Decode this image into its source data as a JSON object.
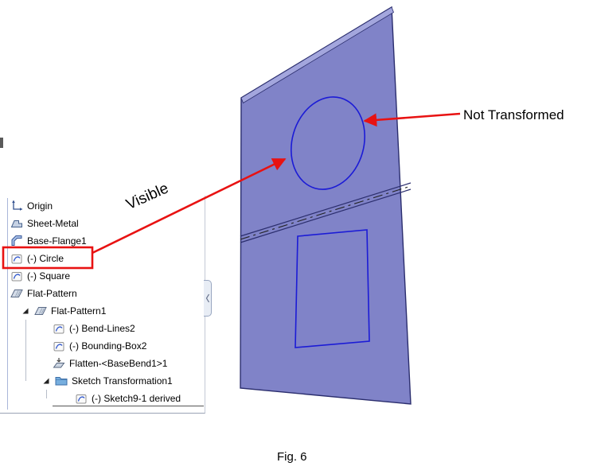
{
  "tree": {
    "items": [
      {
        "label": "Origin",
        "icon": "origin-icon"
      },
      {
        "label": "Sheet-Metal",
        "icon": "sheet-metal-icon"
      },
      {
        "label": "Base-Flange1",
        "icon": "base-flange-icon"
      },
      {
        "label": "(-) Circle",
        "icon": "sketch-icon",
        "highlighted": true
      },
      {
        "label": "(-) Square",
        "icon": "sketch-icon"
      },
      {
        "label": "Flat-Pattern",
        "icon": "flat-pattern-icon"
      },
      {
        "label": "Flat-Pattern1",
        "icon": "flat-pattern-icon",
        "expanded": true
      },
      {
        "label": "(-) Bend-Lines2",
        "icon": "sketch-icon"
      },
      {
        "label": "(-) Bounding-Box2",
        "icon": "sketch-icon"
      },
      {
        "label": "Flatten-<BaseBend1>1",
        "icon": "flatten-icon"
      },
      {
        "label": "Sketch Transformation1",
        "icon": "folder-icon",
        "expanded": true
      },
      {
        "label": "(-) Sketch9-1 derived",
        "icon": "sketch-icon",
        "underlined": true
      }
    ]
  },
  "annotations": {
    "visible": "Visible",
    "not_transformed": "Not Transformed"
  },
  "caption": "Fig. 6",
  "colors": {
    "part_face": "#8083c8",
    "part_top_strip": "#a3a6dd",
    "part_edge": "#2b2e6e",
    "sketch_line": "#1b1bd6",
    "bend_line": "#222222",
    "annotation_red": "#e81212",
    "tree_text": "#000000"
  }
}
